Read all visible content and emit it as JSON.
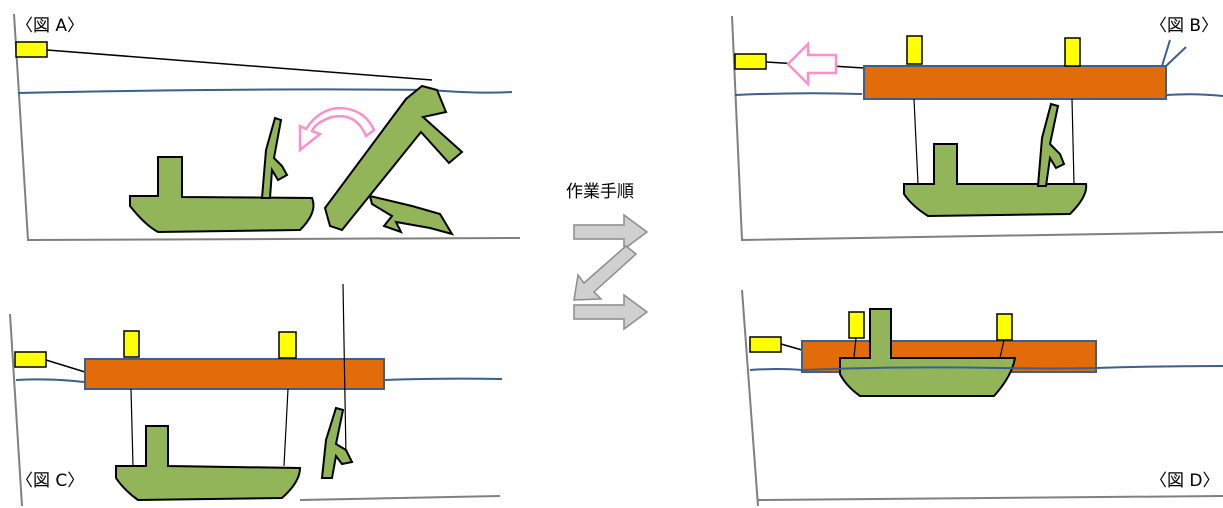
{
  "labels": {
    "fig_a": "〈図 A〉",
    "fig_b": "〈図 B〉",
    "fig_c": "〈図 C〉",
    "fig_d": "〈図 D〉",
    "procedure": "作業手順"
  },
  "colors": {
    "water": "#3b5f8e",
    "ground": "#808080",
    "hull": "#93b55a",
    "hull_outline": "#000000",
    "float": "#e36c0a",
    "float_outline": "#3b5f8e",
    "buoy": "#ffff00",
    "pink_arrow": "#ff8ecb",
    "gray_arrow": "#d0d0d0"
  }
}
